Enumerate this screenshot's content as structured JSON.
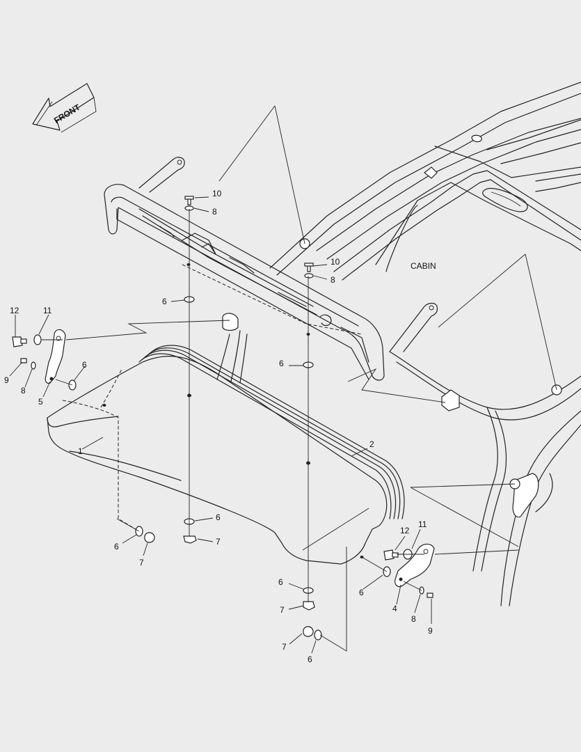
{
  "diagram": {
    "front_label": "FRONT",
    "cabin_label": "CABIN",
    "callouts": [
      {
        "id": "c-10a",
        "text": "10"
      },
      {
        "id": "c-8a",
        "text": "8"
      },
      {
        "id": "c-10b",
        "text": "10"
      },
      {
        "id": "c-8b",
        "text": "8"
      },
      {
        "id": "c-6a",
        "text": "6"
      },
      {
        "id": "c-12l",
        "text": "12"
      },
      {
        "id": "c-11l",
        "text": "11"
      },
      {
        "id": "c-9l",
        "text": "9"
      },
      {
        "id": "c-8l",
        "text": "8"
      },
      {
        "id": "c-6l",
        "text": "6"
      },
      {
        "id": "c-5",
        "text": "5"
      },
      {
        "id": "c-6b",
        "text": "6"
      },
      {
        "id": "c-1",
        "text": "1"
      },
      {
        "id": "c-2",
        "text": "2"
      },
      {
        "id": "c-6c",
        "text": "6"
      },
      {
        "id": "c-7c",
        "text": "7"
      },
      {
        "id": "c-6d",
        "text": "6"
      },
      {
        "id": "c-7d",
        "text": "7"
      },
      {
        "id": "c-12r",
        "text": "12"
      },
      {
        "id": "c-11r",
        "text": "11"
      },
      {
        "id": "c-6e",
        "text": "6"
      },
      {
        "id": "c-6f",
        "text": "6"
      },
      {
        "id": "c-7f",
        "text": "7"
      },
      {
        "id": "c-4",
        "text": "4"
      },
      {
        "id": "c-8r",
        "text": "8"
      },
      {
        "id": "c-9r",
        "text": "9"
      },
      {
        "id": "c-7g",
        "text": "7"
      },
      {
        "id": "c-6g",
        "text": "6"
      }
    ]
  }
}
